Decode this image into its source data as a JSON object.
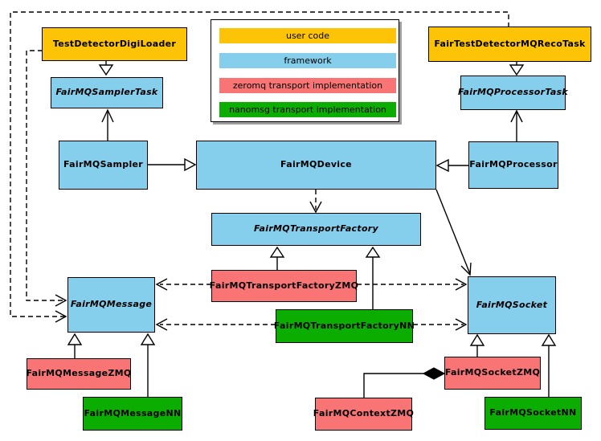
{
  "colors": {
    "user_code": "#FDC306",
    "framework": "#85CEEC",
    "zeromq": "#F97575",
    "nanomsg": "#0BAE00",
    "border": "#000000",
    "line": "#000000",
    "background": "#FFFFFF",
    "legend_shadow": "#9E9E9E"
  },
  "legend": {
    "items": [
      {
        "label": "user code",
        "kind": "user_code"
      },
      {
        "label": "framework",
        "kind": "framework"
      },
      {
        "label": "zeromq transport implementation",
        "kind": "zeromq"
      },
      {
        "label": "nanomsg transport implementation",
        "kind": "nanomsg"
      }
    ]
  },
  "nodes": [
    {
      "label": "TestDetectorDigiLoader",
      "kind": "user_code",
      "abstract": false
    },
    {
      "label": "FairTestDetectorMQRecoTask",
      "kind": "user_code",
      "abstract": false
    },
    {
      "label": "FairMQSamplerTask",
      "kind": "framework",
      "abstract": true
    },
    {
      "label": "FairMQProcessorTask",
      "kind": "framework",
      "abstract": true
    },
    {
      "label": "FairMQSampler",
      "kind": "framework",
      "abstract": false
    },
    {
      "label": "FairMQDevice",
      "kind": "framework",
      "abstract": false
    },
    {
      "label": "FairMQProcessor",
      "kind": "framework",
      "abstract": false
    },
    {
      "label": "FairMQTransportFactory",
      "kind": "framework",
      "abstract": true
    },
    {
      "label": "FairMQTransportFactoryZMQ",
      "kind": "zeromq",
      "abstract": false
    },
    {
      "label": "FairMQTransportFactoryNN",
      "kind": "nanomsg",
      "abstract": false
    },
    {
      "label": "FairMQMessage",
      "kind": "framework",
      "abstract": true
    },
    {
      "label": "FairMQSocket",
      "kind": "framework",
      "abstract": true
    },
    {
      "label": "FairMQMessageZMQ",
      "kind": "zeromq",
      "abstract": false
    },
    {
      "label": "FairMQMessageNN",
      "kind": "nanomsg",
      "abstract": false
    },
    {
      "label": "FairMQContextZMQ",
      "kind": "zeromq",
      "abstract": false
    },
    {
      "label": "FairMQSocketZMQ",
      "kind": "zeromq",
      "abstract": false
    },
    {
      "label": "FairMQSocketNN",
      "kind": "nanomsg",
      "abstract": false
    }
  ],
  "edges": [
    {
      "from": "TestDetectorDigiLoader",
      "to": "FairMQSamplerTask",
      "type": "inheritance"
    },
    {
      "from": "FairTestDetectorMQRecoTask",
      "to": "FairMQProcessorTask",
      "type": "inheritance"
    },
    {
      "from": "FairMQSampler",
      "to": "FairMQSamplerTask",
      "type": "generalization-open"
    },
    {
      "from": "FairMQProcessor",
      "to": "FairMQProcessorTask",
      "type": "generalization-open"
    },
    {
      "from": "FairMQSampler",
      "to": "FairMQDevice",
      "type": "inheritance"
    },
    {
      "from": "FairMQProcessor",
      "to": "FairMQDevice",
      "type": "inheritance"
    },
    {
      "from": "FairMQDevice",
      "to": "FairMQTransportFactory",
      "type": "dependency"
    },
    {
      "from": "FairMQDevice",
      "to": "FairMQSocket",
      "type": "association"
    },
    {
      "from": "FairMQTransportFactoryZMQ",
      "to": "FairMQTransportFactory",
      "type": "inheritance"
    },
    {
      "from": "FairMQTransportFactoryNN",
      "to": "FairMQTransportFactory",
      "type": "inheritance"
    },
    {
      "from": "FairMQTransportFactoryZMQ",
      "to": "FairMQMessage",
      "type": "dependency"
    },
    {
      "from": "FairMQTransportFactoryZMQ",
      "to": "FairMQSocket",
      "type": "dependency"
    },
    {
      "from": "FairMQTransportFactoryNN",
      "to": "FairMQMessage",
      "type": "dependency"
    },
    {
      "from": "FairMQTransportFactoryNN",
      "to": "FairMQSocket",
      "type": "dependency"
    },
    {
      "from": "TestDetectorDigiLoader",
      "to": "FairMQMessage",
      "type": "dependency"
    },
    {
      "from": "FairTestDetectorMQRecoTask",
      "to": "FairMQMessage",
      "type": "dependency"
    },
    {
      "from": "FairMQMessageZMQ",
      "to": "FairMQMessage",
      "type": "inheritance"
    },
    {
      "from": "FairMQMessageNN",
      "to": "FairMQMessage",
      "type": "inheritance"
    },
    {
      "from": "FairMQSocketZMQ",
      "to": "FairMQSocket",
      "type": "inheritance"
    },
    {
      "from": "FairMQSocketNN",
      "to": "FairMQSocket",
      "type": "inheritance"
    },
    {
      "from": "FairMQSocketZMQ",
      "to": "FairMQContextZMQ",
      "type": "composition"
    }
  ]
}
